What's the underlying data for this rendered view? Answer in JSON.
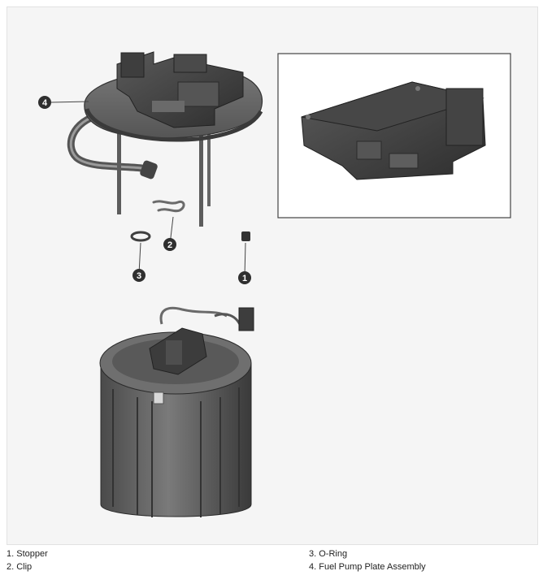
{
  "diagram": {
    "callouts": [
      {
        "number": "1",
        "part": "stopper"
      },
      {
        "number": "2",
        "part": "clip"
      },
      {
        "number": "3",
        "part": "o-ring"
      },
      {
        "number": "4",
        "part": "fuel-pump-plate-assembly"
      }
    ]
  },
  "legend": {
    "items": [
      "1. Stopper",
      "2. Clip",
      "3. O-Ring",
      "4. Fuel Pump Plate Assembly"
    ]
  },
  "colors": {
    "panel_bg": "#f5f5f5",
    "part_dark": "#3b3b3b",
    "part_mid": "#5a5a5a",
    "part_light": "#8a8a8a",
    "badge": "#2f2f2f"
  }
}
